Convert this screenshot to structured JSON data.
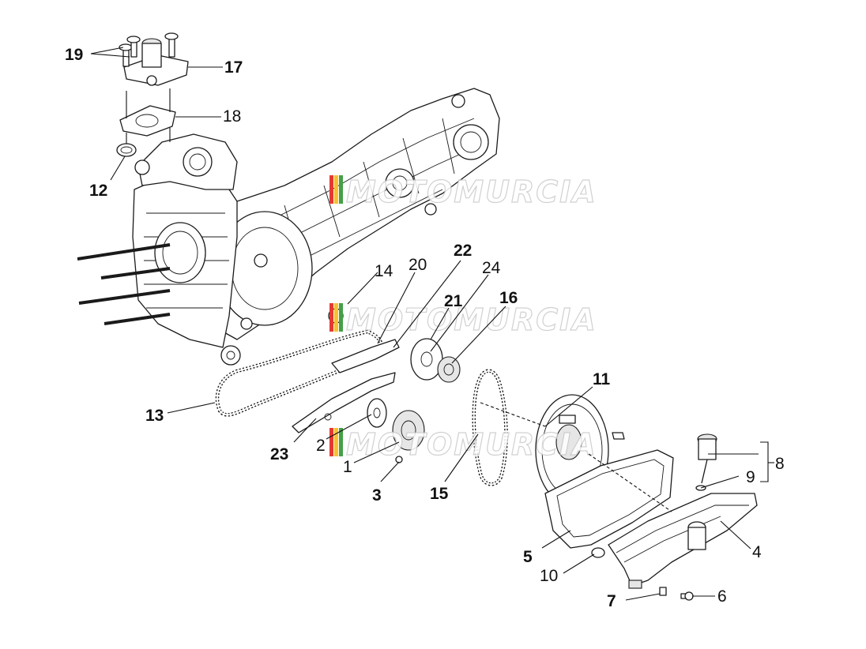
{
  "watermark": {
    "text": "MOTOMURCIA",
    "stripe_colors": [
      "#e53935",
      "#fbc02d",
      "#43a047"
    ]
  },
  "callouts": [
    {
      "id": "19",
      "text": "19"
    },
    {
      "id": "17",
      "text": "17"
    },
    {
      "id": "18",
      "text": "18"
    },
    {
      "id": "12",
      "text": "12"
    },
    {
      "id": "14",
      "text": "14"
    },
    {
      "id": "20",
      "text": "20"
    },
    {
      "id": "22",
      "text": "22"
    },
    {
      "id": "24",
      "text": "24"
    },
    {
      "id": "21",
      "text": "21"
    },
    {
      "id": "16",
      "text": "16"
    },
    {
      "id": "11",
      "text": "11"
    },
    {
      "id": "13",
      "text": "13"
    },
    {
      "id": "23",
      "text": "23"
    },
    {
      "id": "2",
      "text": "2"
    },
    {
      "id": "1",
      "text": "1"
    },
    {
      "id": "3",
      "text": "3"
    },
    {
      "id": "15",
      "text": "15"
    },
    {
      "id": "8",
      "text": "8"
    },
    {
      "id": "9",
      "text": "9"
    },
    {
      "id": "4",
      "text": "4"
    },
    {
      "id": "5",
      "text": "5"
    },
    {
      "id": "10",
      "text": "10"
    },
    {
      "id": "7",
      "text": "7"
    },
    {
      "id": "6",
      "text": "6"
    }
  ]
}
